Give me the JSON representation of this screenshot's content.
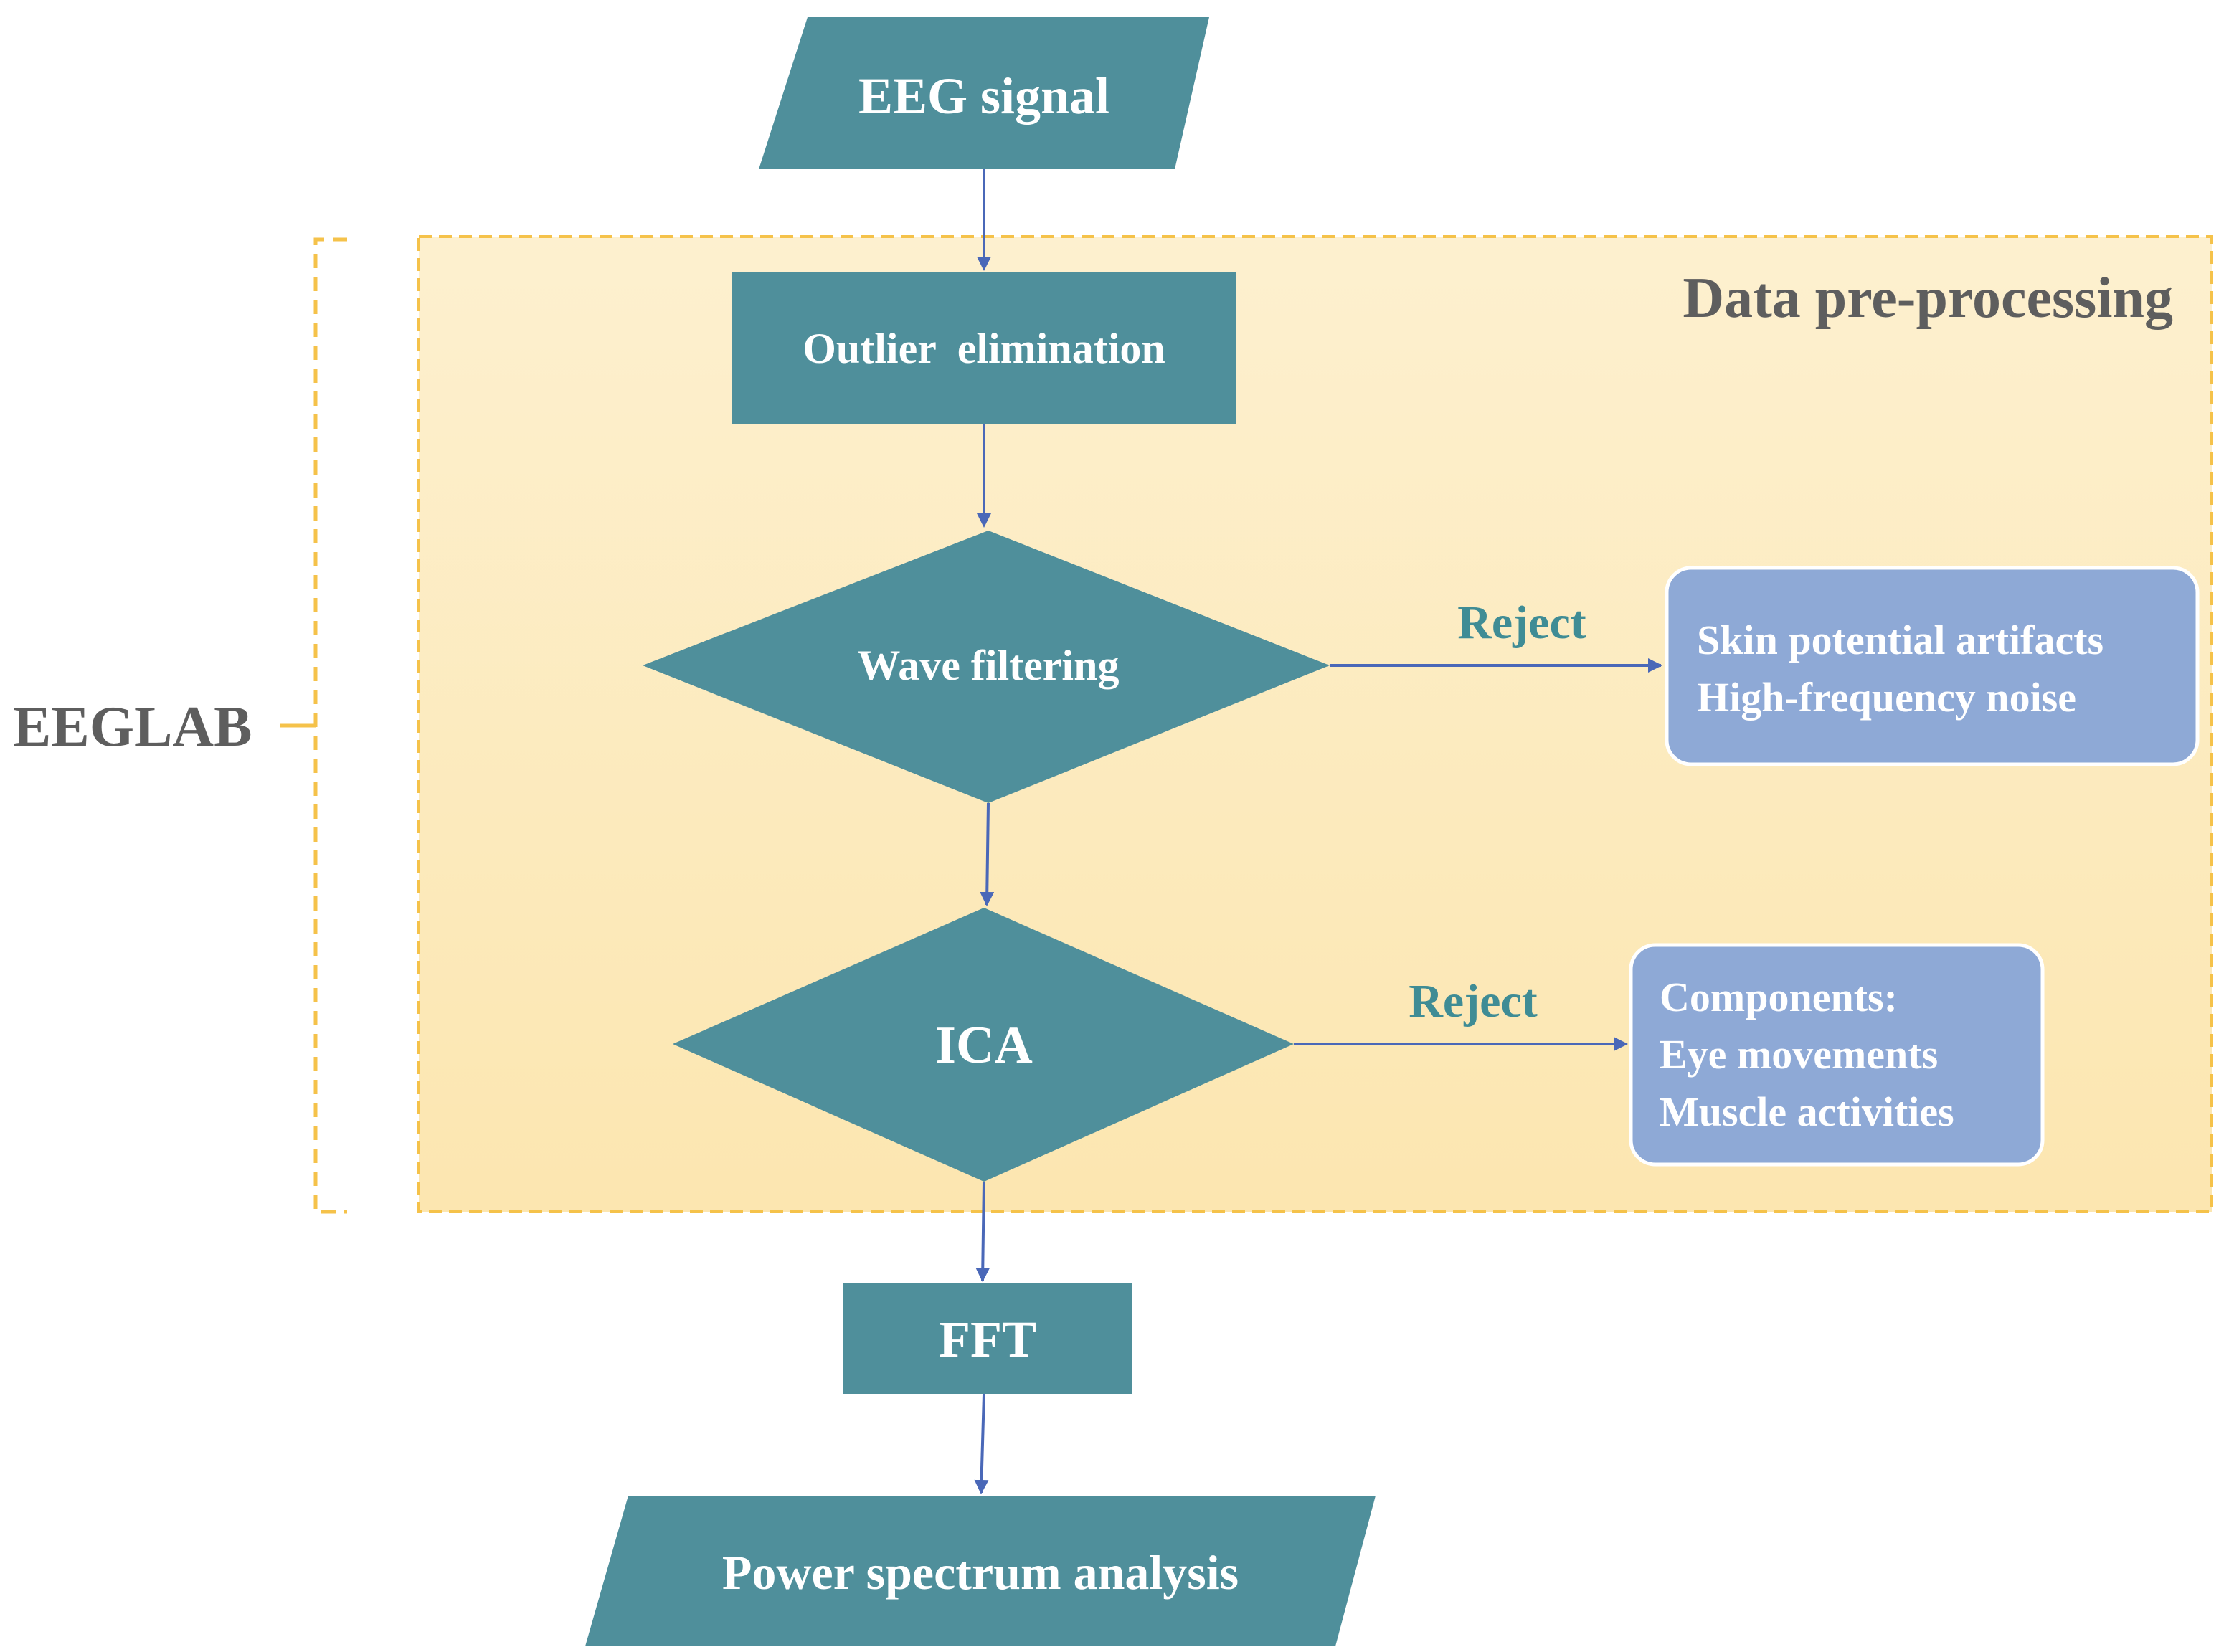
{
  "nodes": {
    "eeg_signal": "EEG signal",
    "outlier": "Outlier  elimination",
    "wave_filtering": "Wave filtering",
    "ica": "ICA",
    "fft": "FFT",
    "power_spectrum": "Power spectrum analysis"
  },
  "region": {
    "title": "Data pre-processing"
  },
  "bracket_label": "EEGLAB",
  "reject_label_1": "Reject",
  "reject_label_2": "Reject",
  "reject_box_1": {
    "lines": [
      "Skin potential artifacts",
      "High-frequency noise"
    ]
  },
  "reject_box_2": {
    "lines": [
      "Components:",
      "Eye movements",
      "Muscle activities"
    ]
  },
  "colors": {
    "node_fill": "#4f8f9b",
    "reject_box_fill": "#8ea9d6",
    "region_fill": "#fde9b8",
    "dashed_border": "#f5c24a",
    "arrow": "#4a68b8",
    "reject_text": "#3f8c95",
    "label_gray": "#5e5e5e"
  }
}
